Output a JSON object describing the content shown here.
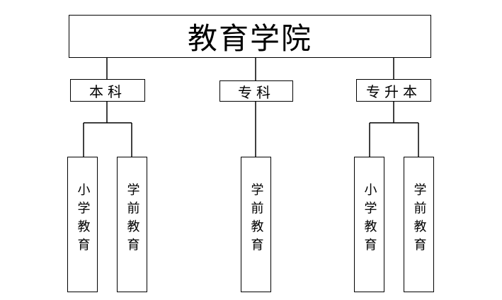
{
  "chart_title": "教育学院",
  "levels": [
    {
      "label": "本科",
      "programs": [
        "小学教育",
        "学前教育"
      ]
    },
    {
      "label": "专科",
      "programs": [
        "学前教育"
      ]
    },
    {
      "label": "专升本",
      "programs": [
        "小学教育",
        "学前教育"
      ]
    }
  ]
}
